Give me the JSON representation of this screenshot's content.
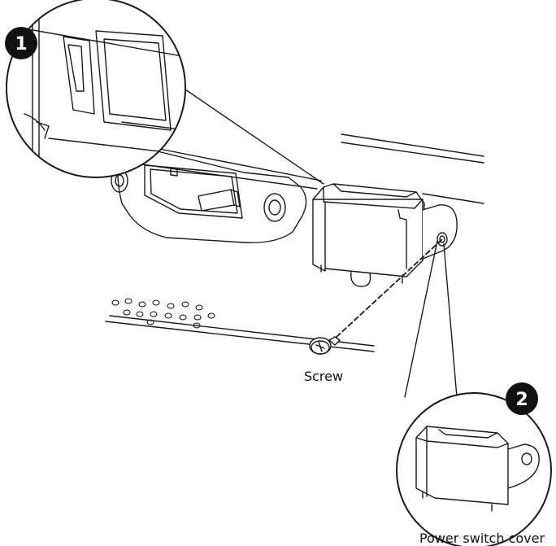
{
  "callouts": [
    {
      "number": "1"
    },
    {
      "number": "2"
    }
  ],
  "labels": {
    "screw": "Screw",
    "power_switch_cover": "Power switch cover"
  }
}
